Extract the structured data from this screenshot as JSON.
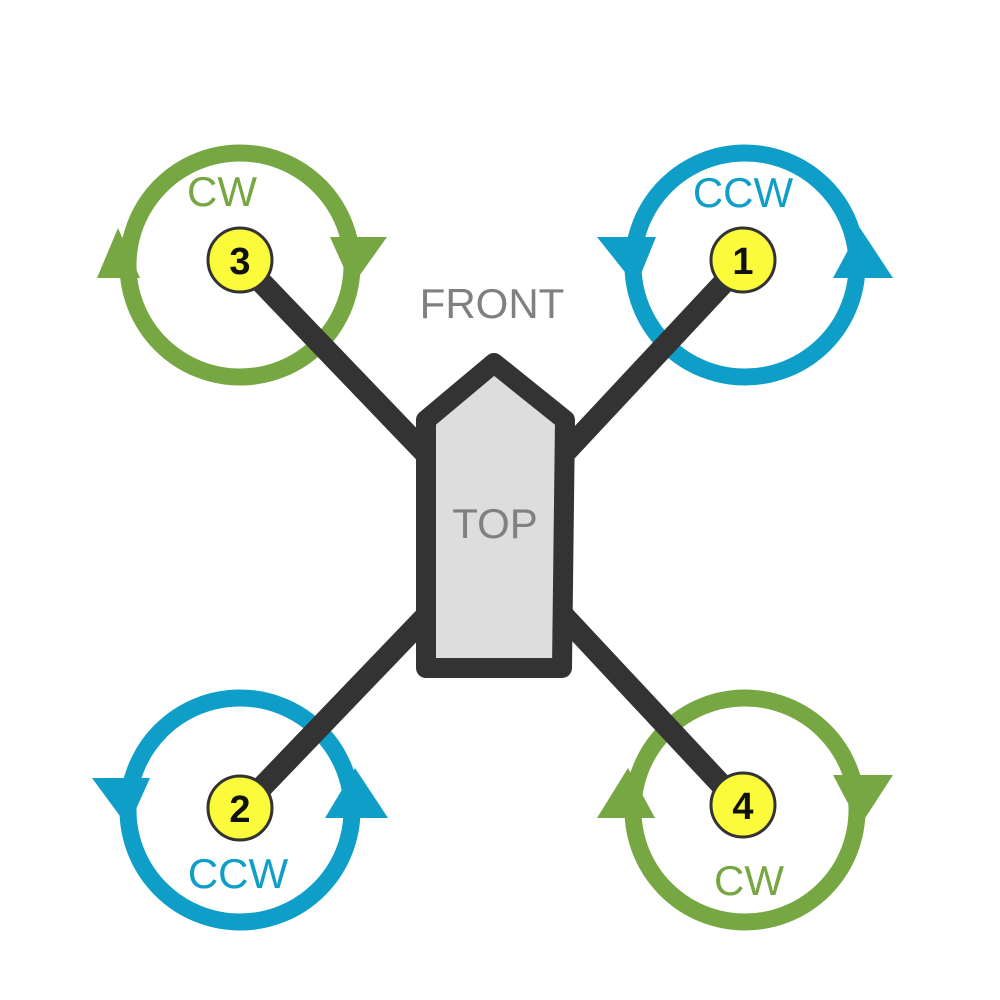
{
  "labels": {
    "front": "FRONT",
    "top": "TOP"
  },
  "colors": {
    "cw": "#77a743",
    "ccw": "#0e9ec7",
    "frame": "#333333",
    "body_fill": "#dddddd",
    "label_gray": "#808080",
    "badge_fill": "#fbfb3c"
  },
  "motors": [
    {
      "number": "1",
      "direction": "CCW",
      "position": "front-right"
    },
    {
      "number": "2",
      "direction": "CCW",
      "position": "rear-left"
    },
    {
      "number": "3",
      "direction": "CW",
      "position": "front-left"
    },
    {
      "number": "4",
      "direction": "CW",
      "position": "rear-right"
    }
  ]
}
